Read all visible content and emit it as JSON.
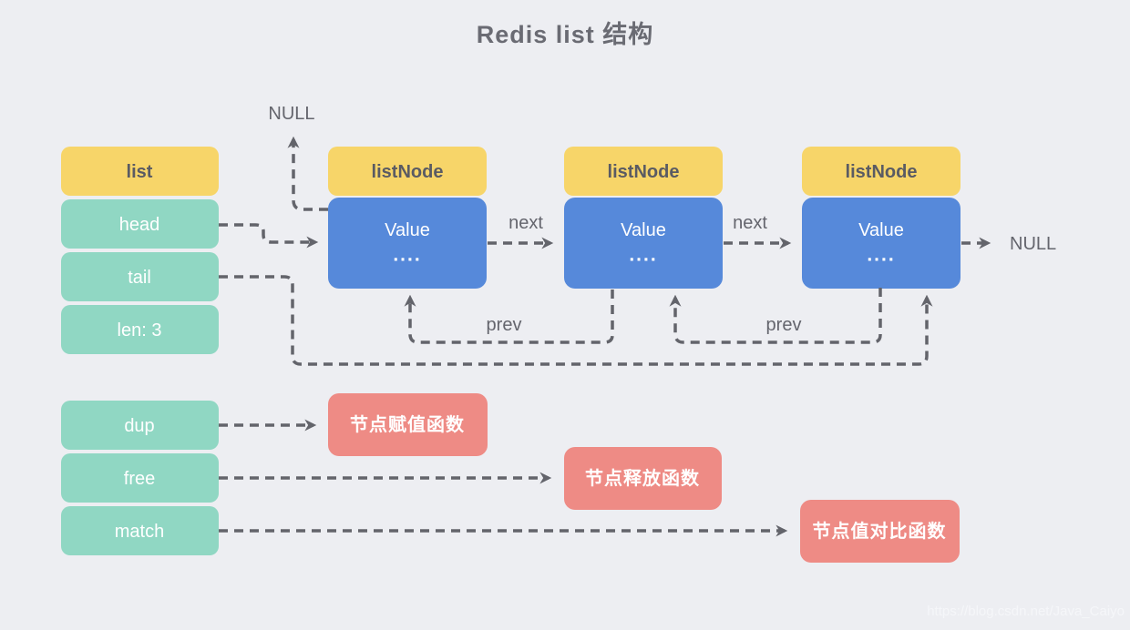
{
  "title": "Redis list 结构",
  "colors": {
    "background": "#edeef2",
    "yellow": "#f7d569",
    "teal": "#90d7c3",
    "blue": "#5689da",
    "red": "#ee8b85",
    "line": "#63646b",
    "dark_text": "#5a5b63",
    "label_text": "#64656d"
  },
  "labels": {
    "null": "NULL",
    "next": "next",
    "prev": "prev"
  },
  "list_struct": {
    "header": "list",
    "fields": [
      "head",
      "tail",
      "len: 3"
    ]
  },
  "nodes": [
    {
      "header": "listNode",
      "value": "Value",
      "dots": "...."
    },
    {
      "header": "listNode",
      "value": "Value",
      "dots": "...."
    },
    {
      "header": "listNode",
      "value": "Value",
      "dots": "...."
    }
  ],
  "functions": [
    {
      "field": "dup",
      "target": "节点赋值函数"
    },
    {
      "field": "free",
      "target": "节点释放函数"
    },
    {
      "field": "match",
      "target": "节点值对比函数"
    }
  ],
  "watermark": "https://blog.csdn.net/Java_Caiyo"
}
